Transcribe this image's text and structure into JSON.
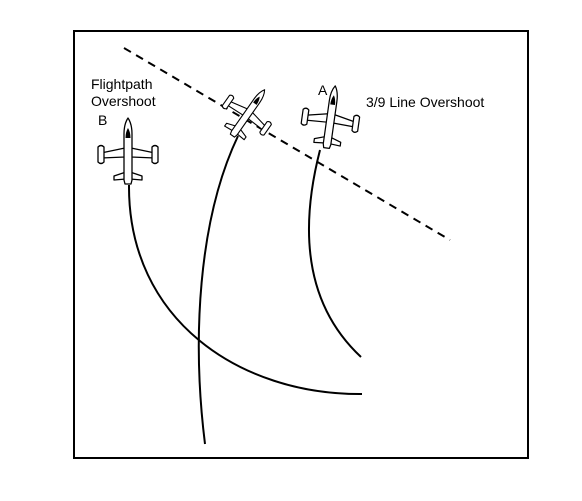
{
  "labels": {
    "flightpath_overshoot_line1": "Flightpath",
    "flightpath_overshoot_line2": "Overshoot",
    "aircraft_b": "B",
    "aircraft_a": "A",
    "line_overshoot": "3/9 Line Overshoot"
  },
  "icons": {
    "aircraft": "jet-aircraft-icon"
  },
  "colors": {
    "ink": "#000000",
    "paper": "#ffffff"
  }
}
